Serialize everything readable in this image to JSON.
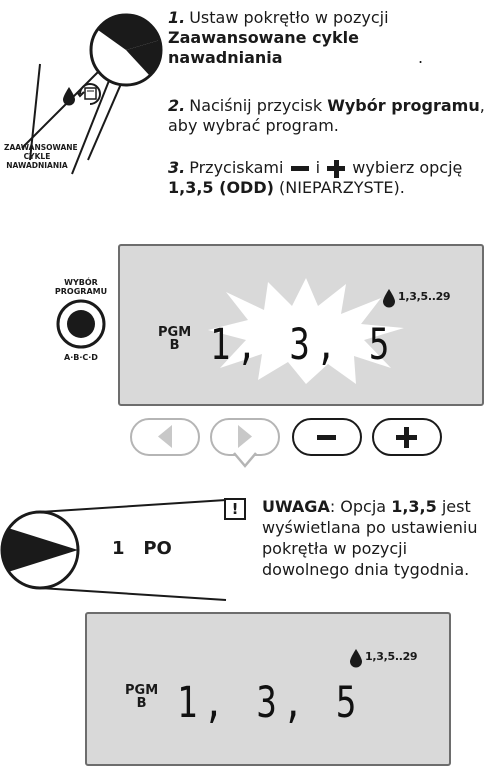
{
  "steps": [
    {
      "num": "1.",
      "pre": "Ustaw pokrętło w pozycji ",
      "bold": "Zaawansowane cykle nawadniania",
      "post": "."
    },
    {
      "num": "2.",
      "pre": "Naciśnij przycisk ",
      "bold": "Wybór programu",
      "post": ", aby wybrać program."
    },
    {
      "num": "3.",
      "pre": "Przyciskami",
      "mid": "i",
      "post2": "wybierz opcję",
      "bold": "1,3,5 (ODD)",
      "post": " (NIEPARZYSTE)."
    }
  ],
  "dial": {
    "label_line1": "ZAAWANSOWANE",
    "label_line2": "CYKLE",
    "label_line3": "NAWADNIANIA"
  },
  "program_button": {
    "label_top_line1": "WYBÓR",
    "label_top_line2": "PROGRAMU",
    "label_bottom": "A·B·C·D"
  },
  "lcd_top": {
    "pgm": "PGM",
    "program": "B",
    "value": "1, 3, 5",
    "drop_label": "1,3,5..29"
  },
  "nav_buttons": {
    "minus": "−",
    "plus": "+"
  },
  "dial2": {
    "text": "1   PO"
  },
  "note": {
    "icon": "!",
    "title": "UWAGA",
    "text1": ": Opcja ",
    "bold": "1,3,5",
    "text2": " jest wyświetlana po ustawieniu pokrętła w pozycji dowolnego dnia tygodnia."
  },
  "lcd_bottom": {
    "pgm": "PGM",
    "program": "B",
    "value": "1, 3, 5",
    "drop_label": "1,3,5..29"
  }
}
